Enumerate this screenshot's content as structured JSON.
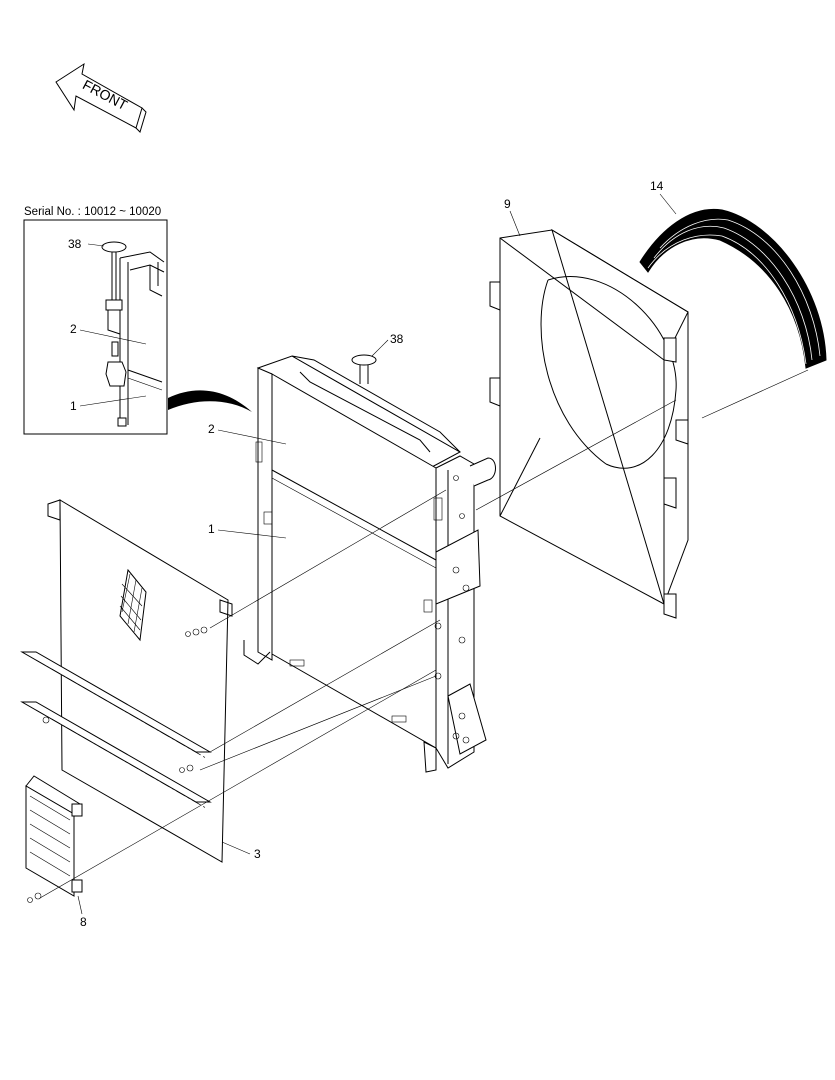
{
  "front_label": "FRONT",
  "inset": {
    "serial_label": "Serial No. : 10012 ~ 10020",
    "callouts": [
      "38",
      "2",
      "1"
    ]
  },
  "callouts": {
    "c38": "38",
    "c2": "2",
    "c1": "1",
    "c3": "3",
    "c8": "8",
    "c9": "9",
    "c14": "14"
  }
}
